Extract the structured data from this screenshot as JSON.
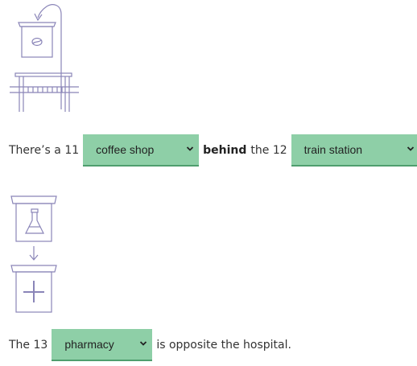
{
  "q11": {
    "prefix": "There’s a 11",
    "select1_value": "coffee shop",
    "middle_bold": "behind",
    "middle_rest": "the 12",
    "select2_value": "train station",
    "suffix": "."
  },
  "q13": {
    "prefix": "The 13",
    "select_value": "pharmacy",
    "suffix": "is opposite the hospital."
  },
  "colors": {
    "select_bg": "#8ecfa7",
    "select_border": "#4f9e6e",
    "illustration_stroke": "#8a85b8",
    "text": "#333333"
  },
  "icons": {
    "illus1": [
      "coffee-shop-building-icon",
      "coffee-bean-icon",
      "curved-arrow-icon",
      "train-bridge-icon"
    ],
    "illus2": [
      "lab-building-icon",
      "flask-icon",
      "down-arrow-icon",
      "hospital-building-icon",
      "cross-icon"
    ],
    "select_arrow": "chevron-down-icon"
  }
}
